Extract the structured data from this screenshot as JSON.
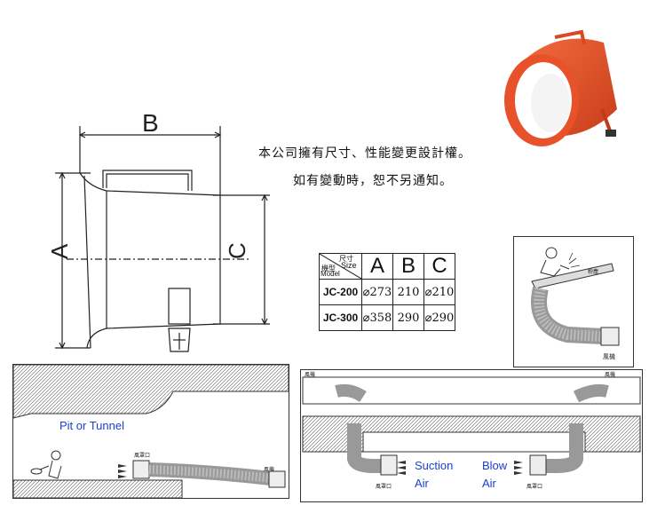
{
  "notice": {
    "line1": "本公司擁有尺寸、性能變更設計權。",
    "line2": "如有變動時，恕不另通知。"
  },
  "drawing_labels": {
    "a": "A",
    "b": "B",
    "c": "C"
  },
  "spec_table": {
    "corner_top": "尺寸",
    "corner_size": "Size",
    "corner_type": "機型",
    "corner_model": "Model",
    "columns": [
      "A",
      "B",
      "C"
    ],
    "rows": [
      {
        "model": "JC-200",
        "a": "⌀273",
        "b": "210",
        "c": "⌀210"
      },
      {
        "model": "JC-300",
        "a": "⌀358",
        "b": "290",
        "c": "⌀290"
      }
    ]
  },
  "diagram_labels": {
    "pit_tunnel": "Pit or Tunnel",
    "outlet_left": "風罩口",
    "fan_left": "風機",
    "corner_fan": "風機",
    "corner_small": "粉塵",
    "right_tag_left": "風機",
    "right_tag_right": "風機",
    "suction": "Suction",
    "suction_air": "Air",
    "blow": "Blow",
    "blow_air": "Air",
    "outlet_mid": "風罩口",
    "outlet_right": "風罩口"
  },
  "colors": {
    "product_orange": "#e8522a",
    "product_dark": "#c23a16",
    "label_blue": "#1a3fd0"
  }
}
